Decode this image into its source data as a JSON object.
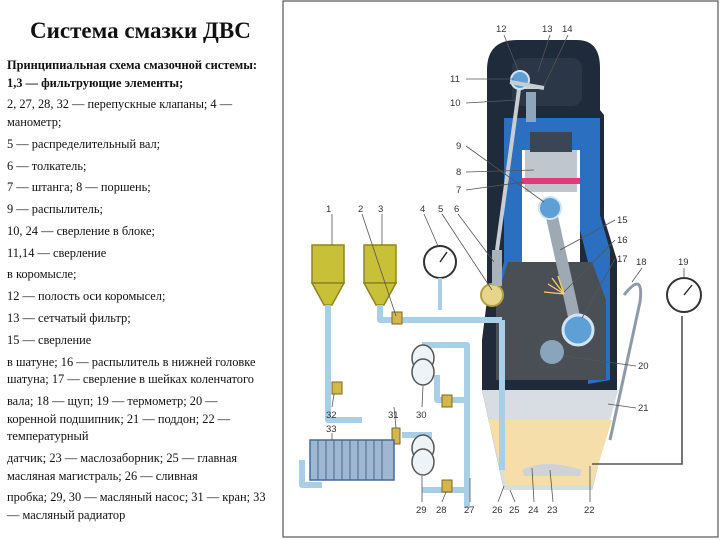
{
  "title": "Система смазки ДВС",
  "legend": [
    "Принципиальная схема смазочной системы: 1,3 — фильтрующие элементы;",
    "2, 27, 28, 32 — перепускные клапаны; 4 — манометр;",
    " 5 — распределительный вал;",
    "6 — толкатель;",
    "7 — штанга; 8 — поршень;",
    "9 — распылитель;",
    "10, 24 — сверление в блоке;",
    "11,14 — сверление",
    "в коромысле;",
    "12 — полость оси коромысел;",
    "13 — сетчатый фильтр;",
    "15 — сверление",
    "в шатуне; 16 — распылитель в нижней головке шатуна; 17 — сверление в шейках коленчатого",
    "вала; 18 — щуп; 19 — термометр; 20 — коренной подшипник; 21 — поддон; 22 — температурный",
    "датчик; 23 — маслозаборник; 25 — главная масляная магистраль; 26 — сливная",
    "пробка; 29, 30 — масляный насос; 31 — кран; 33 — масляный радиатор"
  ],
  "diagram": {
    "callouts": {
      "n1": "1",
      "n2": "2",
      "n3": "3",
      "n4": "4",
      "n5": "5",
      "n6": "6",
      "n7": "7",
      "n8": "8",
      "n9": "9",
      "n10": "10",
      "n11": "11",
      "n12": "12",
      "n13": "13",
      "n14": "14",
      "n15": "15",
      "n16": "16",
      "n17": "17",
      "n18": "18",
      "n19": "19",
      "n20": "20",
      "n21": "21",
      "n22": "22",
      "n23": "23",
      "n24": "24",
      "n25": "25",
      "n26": "26",
      "n27": "27",
      "n28": "28",
      "n29": "29",
      "n30": "30",
      "n31": "31",
      "n32": "32",
      "n33": "33"
    },
    "colors": {
      "block": "#1f2a3a",
      "coolant": "#2a6fc0",
      "oil_line": "#a9cfe6",
      "oil_sump": "#f5deaa",
      "filter": "#c8c037",
      "crankcase": "#4a4f56"
    }
  }
}
